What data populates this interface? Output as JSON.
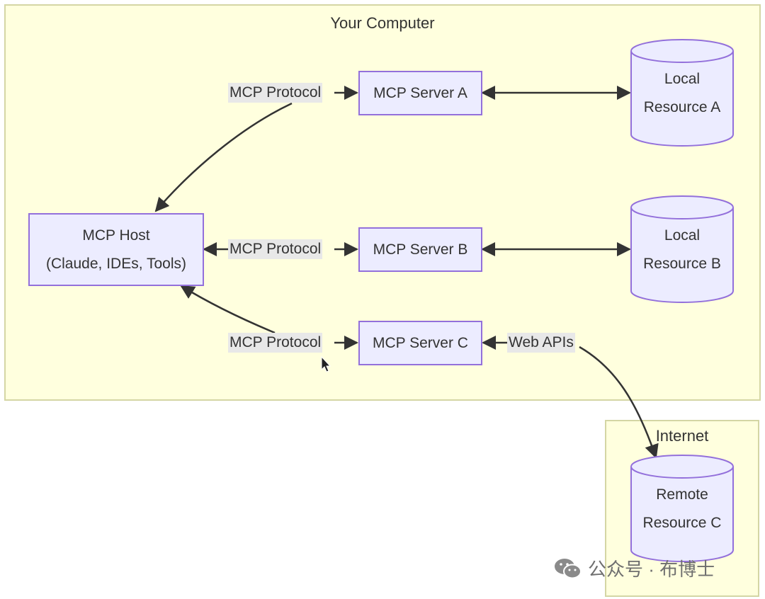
{
  "groups": {
    "computer": {
      "title": "Your Computer"
    },
    "internet": {
      "title": "Internet"
    }
  },
  "nodes": {
    "host": {
      "line1": "MCP Host",
      "line2": "(Claude, IDEs, Tools)"
    },
    "server_a": {
      "label": "MCP Server A"
    },
    "server_b": {
      "label": "MCP Server B"
    },
    "server_c": {
      "label": "MCP Server C"
    }
  },
  "resources": {
    "a": {
      "line1": "Local",
      "line2": "Resource A"
    },
    "b": {
      "line1": "Local",
      "line2": "Resource B"
    },
    "c": {
      "line1": "Remote",
      "line2": "Resource C"
    }
  },
  "edge_labels": {
    "protocol_a": "MCP Protocol",
    "protocol_b": "MCP Protocol",
    "protocol_c": "MCP Protocol",
    "web_apis": "Web APIs"
  },
  "watermark": {
    "text": "公众号 · 布博士",
    "icon": "wechat-icon"
  },
  "colors": {
    "group_fill": "#ffffde",
    "group_border": "#d4d6a4",
    "node_fill": "#ececff",
    "node_border": "#9370db",
    "edge": "#333333",
    "label_bg": "#e8e8e8"
  }
}
